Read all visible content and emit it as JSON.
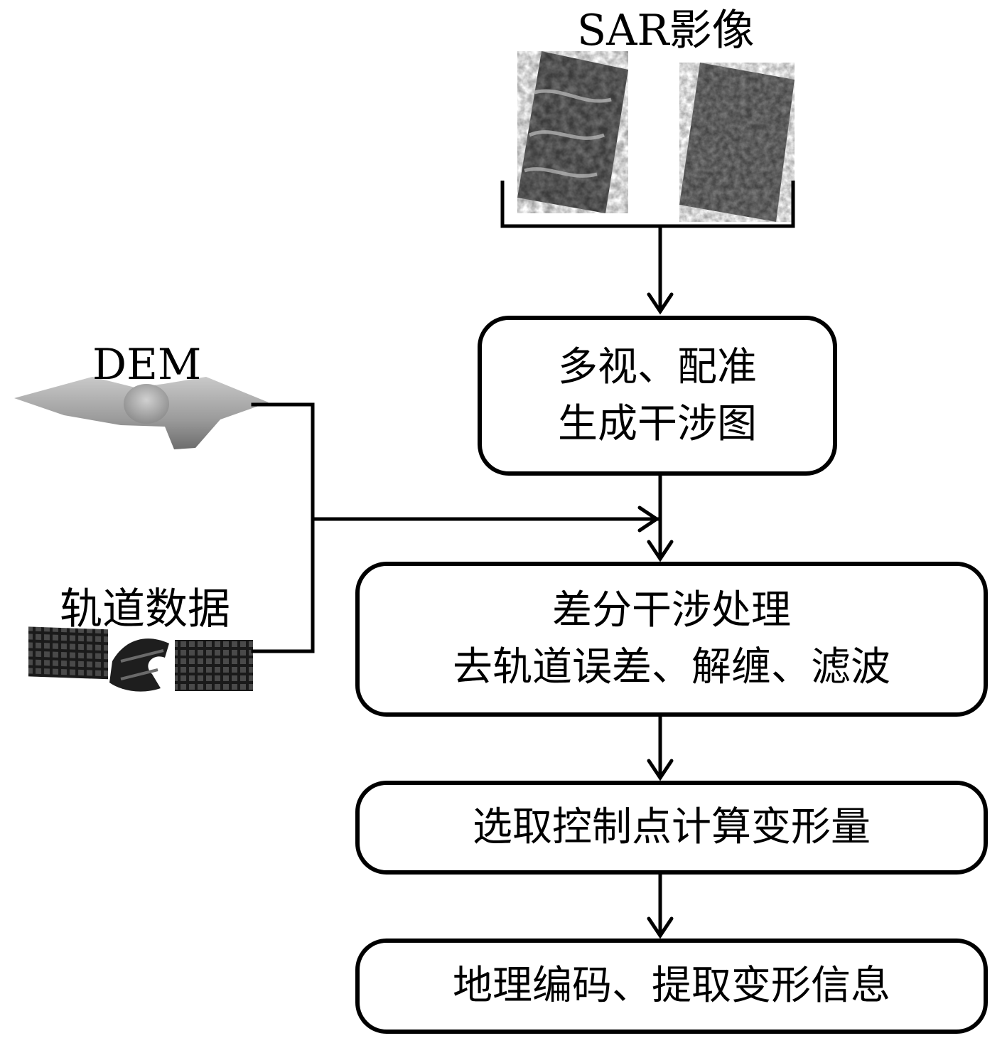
{
  "inputs": {
    "sar_label": "SAR影像",
    "dem_label": "DEM",
    "orbit_label": "轨道数据"
  },
  "steps": [
    {
      "line1": "多视、配准",
      "line2": "生成干涉图"
    },
    {
      "line1": "差分干涉处理",
      "line2": "去轨道误差、解缠、滤波"
    },
    {
      "line1": "选取控制点计算变形量"
    },
    {
      "line1": "地理编码、提取变形信息"
    }
  ]
}
